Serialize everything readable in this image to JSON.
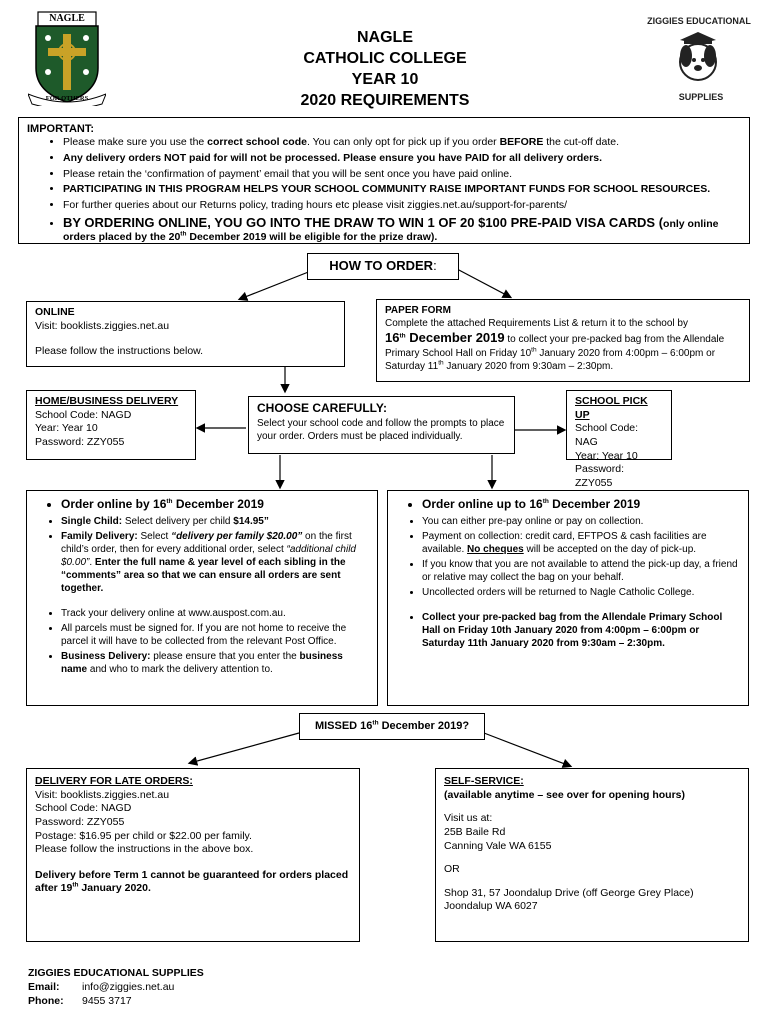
{
  "header": {
    "logo_top": "NAGLE",
    "logo_bottom": "FOR OTHERS",
    "title_lines": [
      "NAGLE",
      "CATHOLIC COLLEGE",
      "YEAR 10",
      "2020 REQUIREMENTS"
    ],
    "ziggies_top": "ZIGGIES EDUCATIONAL",
    "ziggies_bottom": "SUPPLIES"
  },
  "important": {
    "heading": "IMPORTANT:",
    "b1_pre": "Please make sure you use the ",
    "b1_bold": "correct school code",
    "b1_mid": ". You can only opt for pick up if you order ",
    "b1_bold2": "BEFORE",
    "b1_post": " the cut-off date.",
    "b2": "Any delivery orders NOT paid for will not be processed. Please ensure you have PAID for all delivery orders.",
    "b3": "Please retain the ‘confirmation of payment’ email that you will be sent once you have paid online.",
    "b4": "PARTICIPATING IN THIS PROGRAM HELPS YOUR SCHOOL COMMUNITY RAISE IMPORTANT FUNDS FOR SCHOOL RESOURCES.",
    "b5": "For further queries about our Returns policy, trading hours etc please visit ziggies.net.au/support-for-parents/",
    "b6_big": "BY ORDERING ONLINE, YOU GO INTO THE DRAW TO WIN 1 OF 20 $100 PRE-PAID VISA CARDS (",
    "b6_small": "only online orders placed by the 20",
    "b6_sup": "th",
    "b6_end": " December 2019 will be eligible for the prize draw)."
  },
  "how_to_order": {
    "label": "HOW TO ORDER",
    "colon": ":"
  },
  "online": {
    "heading": "ONLINE",
    "visit": "Visit: booklists.ziggies.net.au",
    "follow": "Please follow the instructions below."
  },
  "paper": {
    "heading": "PAPER FORM",
    "line1": "Complete the attached Requirements List & return it to the school by",
    "date_big": "16",
    "date_sup": "th",
    "date_big2": " December 2019",
    "line2": " to collect your pre-packed bag from the Allendale Primary School Hall on Friday 10",
    "sup2": "th",
    "line3": " January 2020 from 4:00pm – 6:00pm or Saturday 11",
    "sup3": "th",
    "line4": " January 2020 from 9:30am – 2:30pm."
  },
  "home_delivery": {
    "heading": "HOME/BUSINESS DELIVERY",
    "code": "School Code: NAGD",
    "year": "Year: Year 10",
    "password": "Password: ZZY055"
  },
  "choose": {
    "heading": "CHOOSE CAREFULLY:",
    "text": "Select your school code and follow the prompts to place your order. Orders must be placed individually."
  },
  "pickup": {
    "heading": "SCHOOL PICK UP",
    "code": "School Code: NAG",
    "year": "Year: Year 10",
    "password": "Password: ZZY055"
  },
  "delivery_details": {
    "head_pre": "Order online by 16",
    "head_sup": "th",
    "head_post": " December 2019",
    "single_bold": "Single Child:",
    "single_text": " Select delivery per child ",
    "single_price": "$14.95”",
    "family_bold": "Family Delivery:",
    "family_text": " Select ",
    "family_it": "“delivery per family $20.00”",
    "family_text2": " on the first child’s order, then for every additional order, select ",
    "family_it2": "“additional child $0.00”",
    "family_text3": ". ",
    "family_bold2": "Enter the full name & year level of each sibling in the “comments” area so that we can ensure all orders are sent together.",
    "track": "Track your delivery online at www.auspost.com.au.",
    "sign": "All parcels must be signed for. If you are not home to receive the parcel it will have to be collected from the relevant Post Office.",
    "biz_bold": "Business Delivery:",
    "biz_text": " please ensure that you enter the ",
    "biz_bold2": "business name",
    "biz_text2": " and who to mark the delivery attention to."
  },
  "pickup_details": {
    "head_pre": "Order online up to 16",
    "head_sup": "th",
    "head_post": " December 2019",
    "prepay": "You can either pre-pay online or pay on collection.",
    "pay_text": "Payment on collection: credit card, EFTPOS & cash facilities are available. ",
    "pay_bold": "No cheques",
    "pay_text2": " will be accepted on the day of pick-up.",
    "friend": "If you know that you are not available to attend the pick-up day, a friend or relative may collect the bag on your behalf.",
    "uncollected": "Uncollected orders will be returned to Nagle Catholic College.",
    "collect": "Collect your pre-packed bag from the Allendale Primary School Hall on Friday 10th January 2020 from 4:00pm – 6:00pm or Saturday 11th January 2020 from 9:30am – 2:30pm."
  },
  "missed": {
    "pre": "MISSED 16",
    "sup": "th",
    "post": " December 2019?"
  },
  "late": {
    "heading": "DELIVERY FOR LATE ORDERS:",
    "visit": "Visit: booklists.ziggies.net.au",
    "code": "School Code: NAGD",
    "password": "Password: ZZY055",
    "postage": "Postage: $16.95 per child or $22.00 per family.",
    "follow": "Please follow the instructions in the above box.",
    "warn_pre": "Delivery before Term 1 cannot be guaranteed for orders placed after 19",
    "warn_sup": "th",
    "warn_post": " January 2020."
  },
  "self_service": {
    "heading": "SELF-SERVICE:",
    "sub": "(available anytime – see over for opening hours)",
    "visit": "Visit us at:",
    "addr1": "25B Baile Rd",
    "addr2": "Canning Vale WA 6155",
    "or": "OR",
    "shop1": "Shop 31, 57 Joondalup Drive (off George Grey Place)",
    "shop2": "Joondalup WA 6027"
  },
  "footer": {
    "company": "ZIGGIES EDUCATIONAL SUPPLIES",
    "email_label": "Email:",
    "email": "info@ziggies.net.au",
    "phone_label": "Phone:",
    "phone": "9455 3717"
  },
  "colors": {
    "shield_green": "#1e5a2a",
    "gold": "#c9a227",
    "ziggies_text": "#222222"
  }
}
